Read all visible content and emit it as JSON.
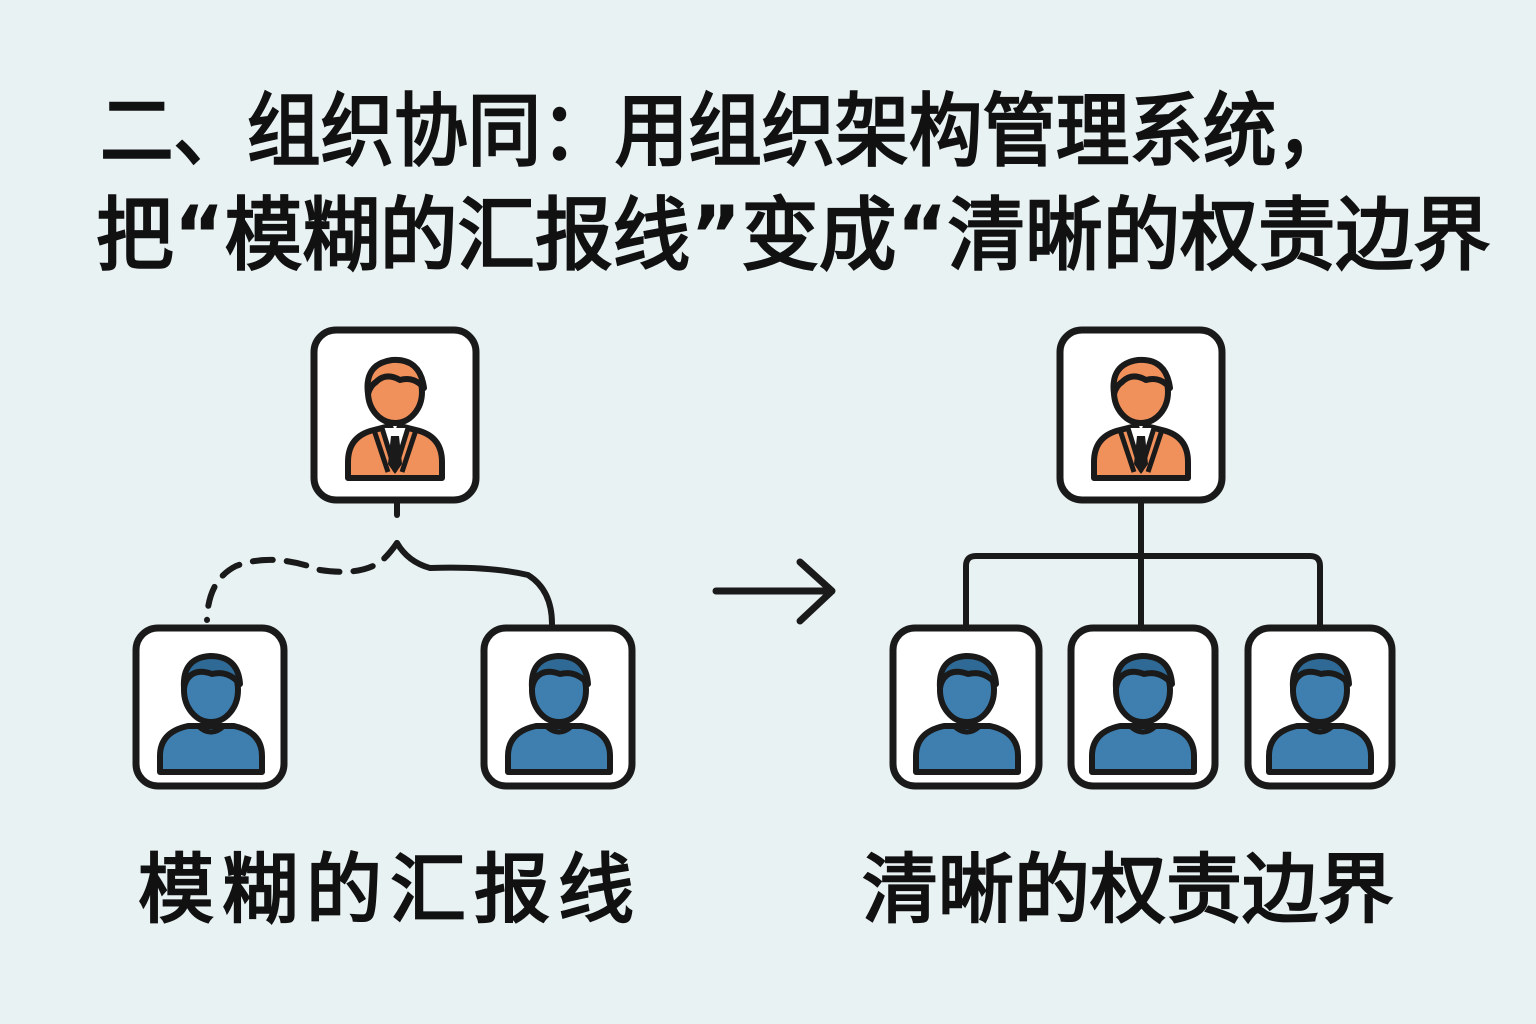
{
  "heading": {
    "line1": "二、组织协同：用组织架构管理系统，",
    "line2": "把“模糊的汇报线”变成“清晰的权责边界"
  },
  "left_panel": {
    "caption": "模糊的汇报线"
  },
  "right_panel": {
    "caption": "清晰的权责边界"
  },
  "colors": {
    "background": "#e9f2f3",
    "manager": "#f0905a",
    "staff": "#3e7fb0",
    "stroke": "#1a1a1a",
    "card": "#ffffff"
  },
  "icons": {
    "manager": "manager-person-icon",
    "staff": "staff-person-icon",
    "transition": "arrow-right-icon"
  }
}
